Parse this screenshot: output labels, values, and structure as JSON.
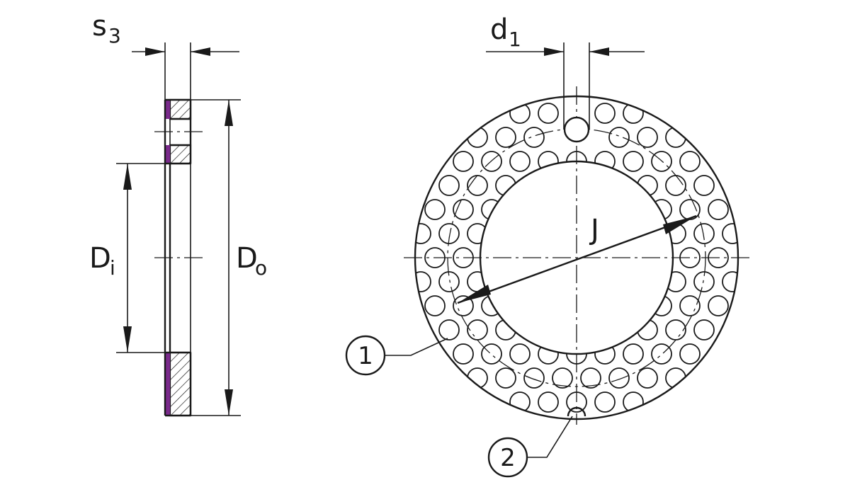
{
  "labels": {
    "s3": {
      "main": "s",
      "sub": "3"
    },
    "d1": {
      "main": "d",
      "sub": "1"
    },
    "di": {
      "main": "D",
      "sub": "i"
    },
    "do": {
      "main": "D",
      "sub": "o"
    },
    "j": "J"
  },
  "callouts": [
    "1",
    "2"
  ],
  "colors": {
    "line": "#1a1a1a",
    "sliding_layer": "#7a2a8c",
    "background": "#ffffff"
  }
}
